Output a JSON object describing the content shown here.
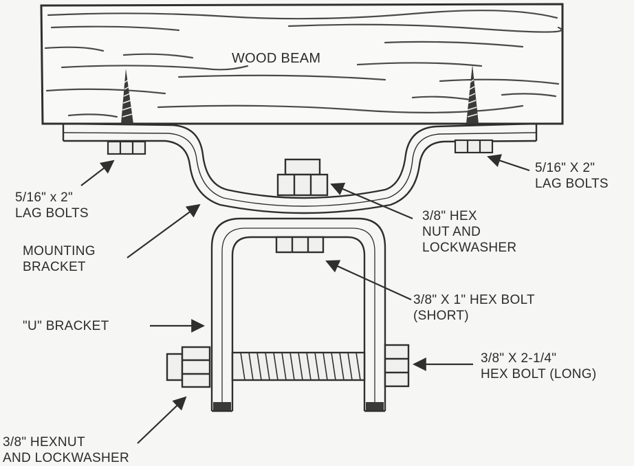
{
  "labels": {
    "wood_beam": "WOOD BEAM",
    "lag_bolts_left": "5/16\" x 2\"\nLAG BOLTS",
    "lag_bolts_right": "5/16\" X 2\"\nLAG BOLTS",
    "mounting_bracket": "MOUNTING\nBRACKET",
    "hex_nut_lockwasher": "3/8\" HEX\nNUT AND\nLOCKWASHER",
    "hex_bolt_short": "3/8\" X 1\"  HEX BOLT\n(SHORT)",
    "u_bracket": "\"U\" BRACKET",
    "hex_bolt_long": "3/8\" X 2-1/4\"\nHEX BOLT (LONG)",
    "hexnut_lockwasher_bottom": "3/8\" HEXNUT\nAND LOCKWASHER"
  },
  "colors": {
    "ink": "#2f2f2f",
    "paper": "#f6f6f4",
    "grain": "#4a4a4a"
  }
}
